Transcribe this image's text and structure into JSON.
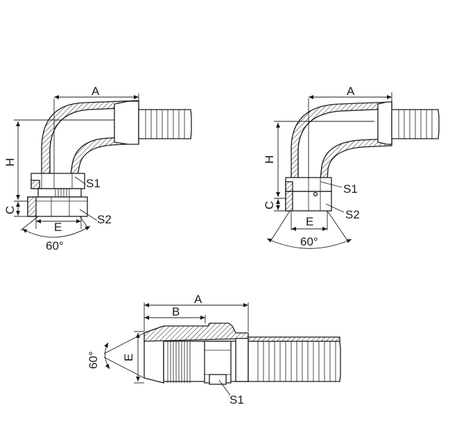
{
  "figures": [
    {
      "id": "elbow-90-swivel",
      "labels": {
        "a": "A",
        "h": "H",
        "c": "C",
        "e": "E",
        "s1": "S1",
        "s2": "S2",
        "angle": "60°"
      }
    },
    {
      "id": "elbow-90-compact",
      "labels": {
        "a": "A",
        "h": "H",
        "c": "C",
        "e": "E",
        "s1": "S1",
        "s2": "S2",
        "angle": "60°"
      }
    },
    {
      "id": "straight-fitting",
      "labels": {
        "a": "A",
        "b": "B",
        "e": "E",
        "s1": "S1",
        "angle": "60°"
      }
    }
  ]
}
